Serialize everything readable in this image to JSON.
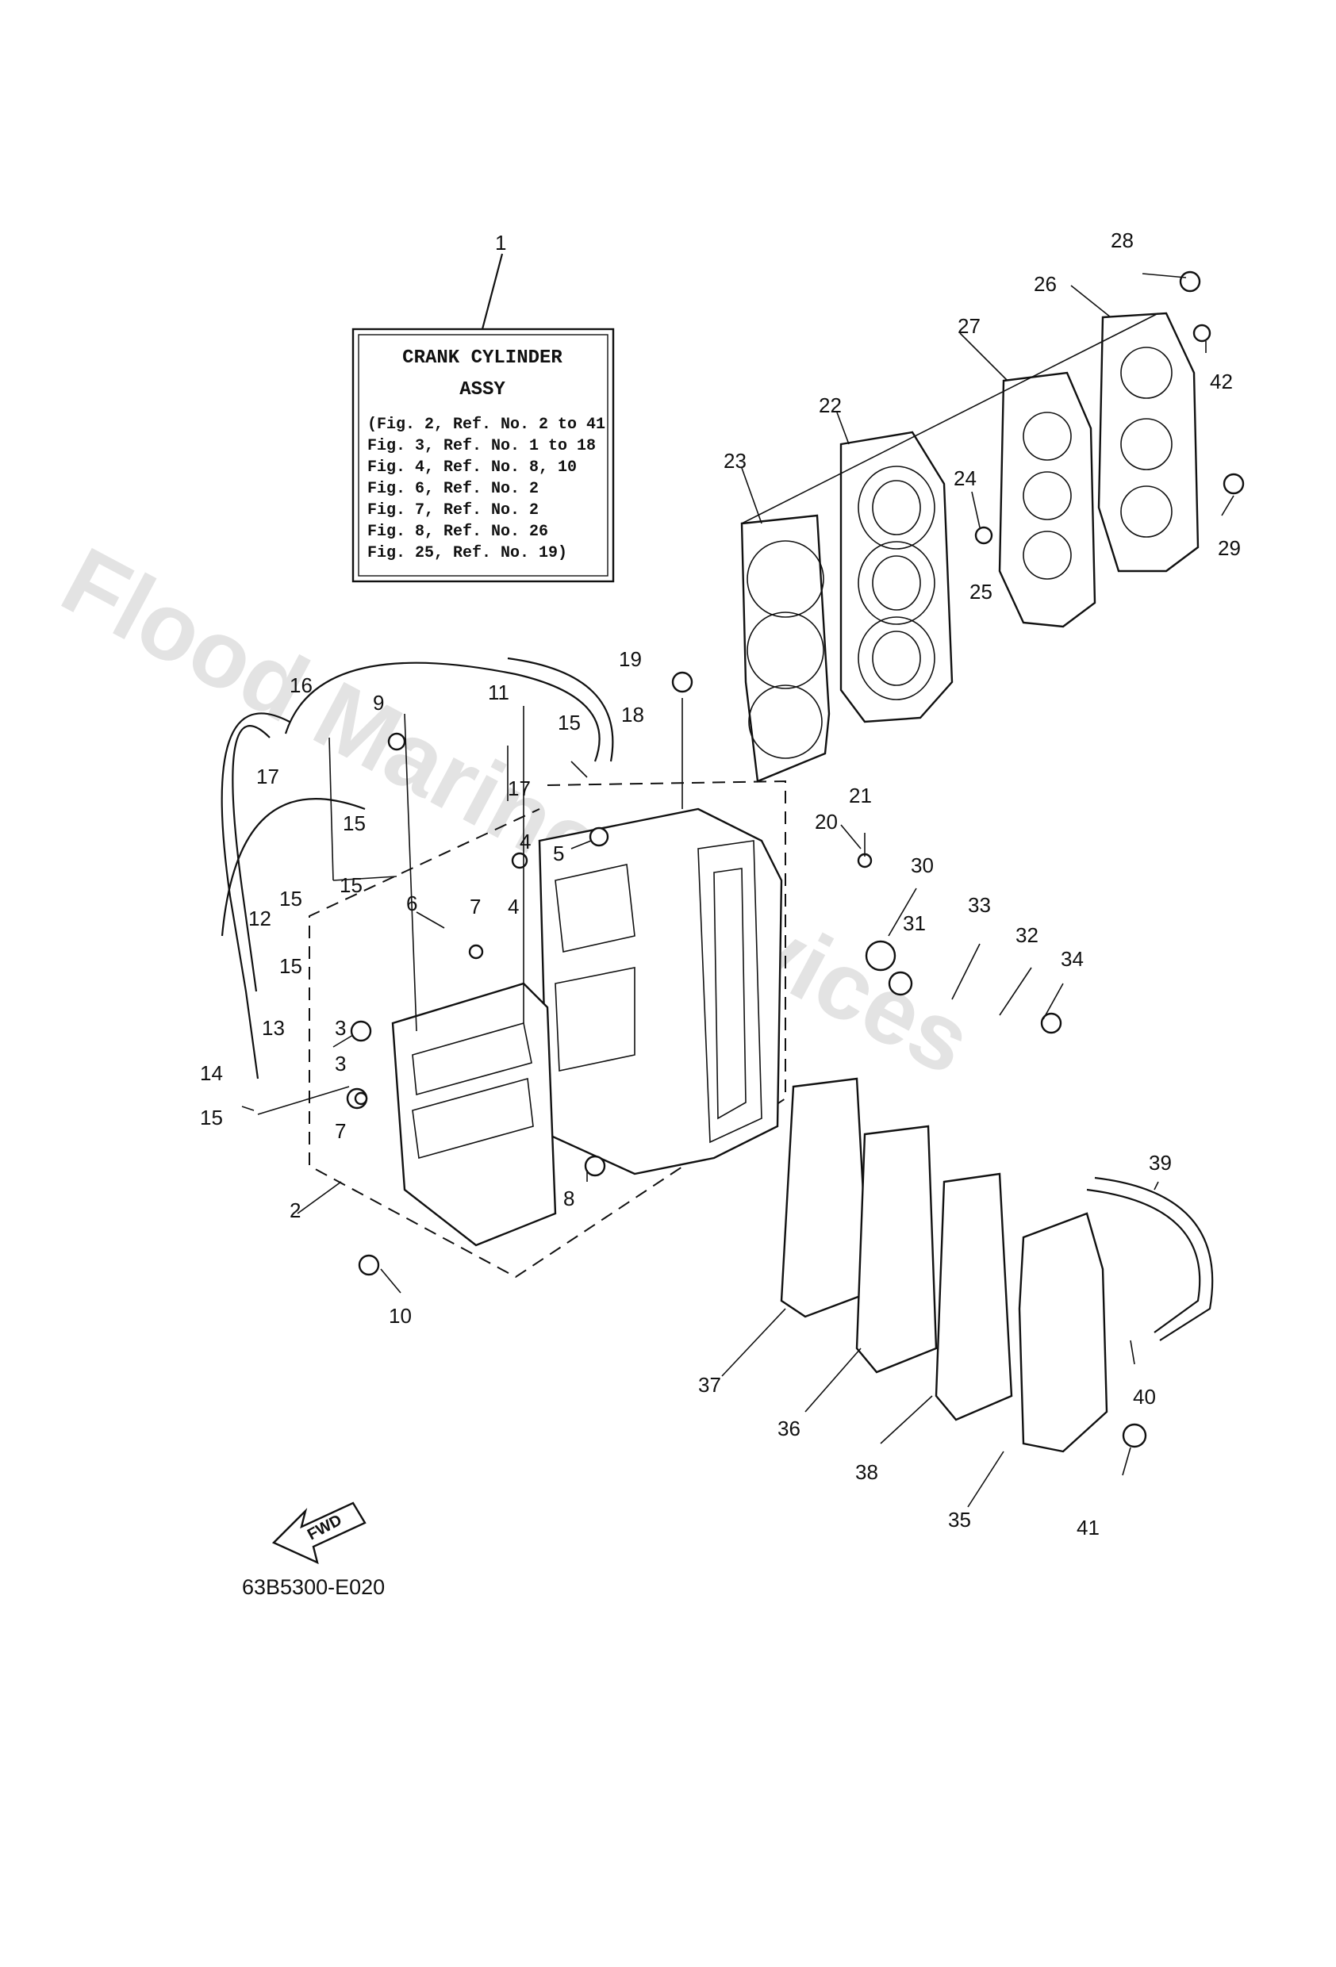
{
  "watermark": "Flood Marine Services",
  "info_box": {
    "ref": "1",
    "title_line1": "CRANK  CYLINDER",
    "title_line2": "ASSY",
    "lines": [
      "(Fig. 2, Ref. No. 2 to 41",
      " Fig. 3, Ref. No. 1 to 18",
      " Fig. 4, Ref. No. 8, 10",
      " Fig. 6, Ref. No. 2",
      " Fig. 7, Ref. No. 2",
      " Fig. 8, Ref. No. 26",
      " Fig. 25, Ref. No. 19)"
    ]
  },
  "fwd_label": "FWD",
  "diagram_code": "63B5300-E020",
  "callouts": [
    "2",
    "3",
    "3",
    "4",
    "4",
    "5",
    "6",
    "7",
    "7",
    "8",
    "9",
    "10",
    "11",
    "12",
    "13",
    "14",
    "15",
    "15",
    "15",
    "15",
    "15",
    "15",
    "16",
    "17",
    "17",
    "18",
    "19",
    "20",
    "21",
    "22",
    "23",
    "24",
    "25",
    "26",
    "27",
    "28",
    "29",
    "30",
    "31",
    "32",
    "33",
    "34",
    "35",
    "36",
    "37",
    "38",
    "39",
    "40",
    "41",
    "42"
  ]
}
